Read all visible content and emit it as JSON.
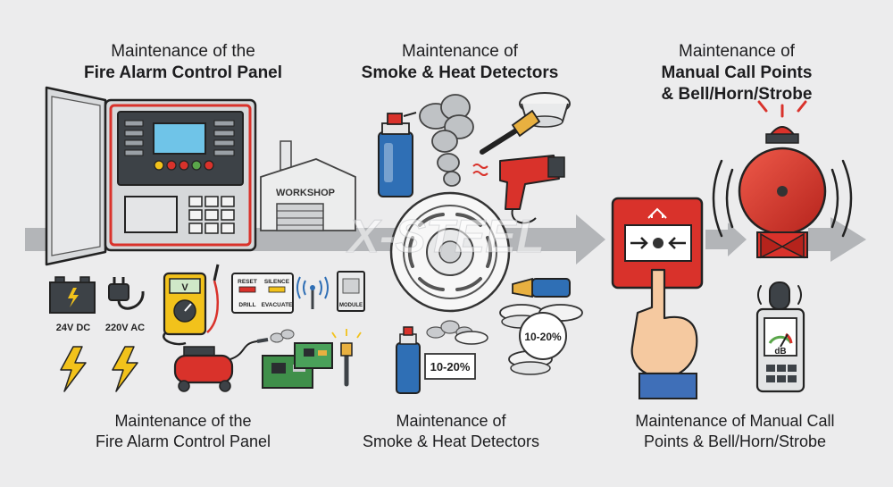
{
  "columns": [
    {
      "top_line1": "Maintenance of the",
      "top_line2": "Fire Alarm Control Panel",
      "bottom_line1": "Maintenance of the",
      "bottom_line2": "Fire Alarm Control Panel"
    },
    {
      "top_line1": "Maintenance of",
      "top_line2": "Smoke & Heat Detectors",
      "bottom_line1": "Maintenance of",
      "bottom_line2": "Smoke & Heat Detectors"
    },
    {
      "top_line1": "Maintenance of",
      "top_line2": "Manual Call Points",
      "top_line3": "& Bell/Horn/Strobe",
      "bottom_line1": "Maintenance of Manual Call",
      "bottom_line2": "Points & Bell/Horn/Strobe"
    }
  ],
  "labels": {
    "workshop": "WORKSHOP",
    "battery": "24V DC",
    "mains": "220V AC",
    "meter": "V",
    "keypad_reset": "RESET",
    "keypad_silence": "SILENCE",
    "keypad_drill": "DRILL",
    "keypad_evacuate": "EVACUATE",
    "module": "MODULE",
    "concentration_1": "10-20%",
    "concentration_2": "10-20%",
    "sound_unit": "dB",
    "watermark": "X-STEEL"
  },
  "colors": {
    "background": "#ececed",
    "flow_arrow": "#b3b5b8",
    "alarm_red": "#d9322b",
    "panel_gray": "#d6d8da",
    "spray_blue": "#2f6fb5",
    "bolt_yellow": "#f2c21b"
  }
}
